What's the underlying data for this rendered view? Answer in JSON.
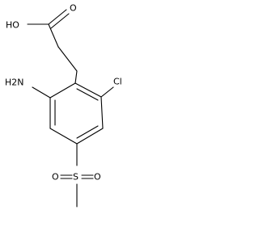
{
  "molecule": {
    "labels": {
      "hydroxyl": "HO",
      "carbonyl_oxygen": "O",
      "amino": "H2N",
      "chloro": "Cl",
      "sulfur": "S",
      "sulfonyl_oxygen_left": "O",
      "sulfonyl_oxygen_right": "O"
    }
  }
}
